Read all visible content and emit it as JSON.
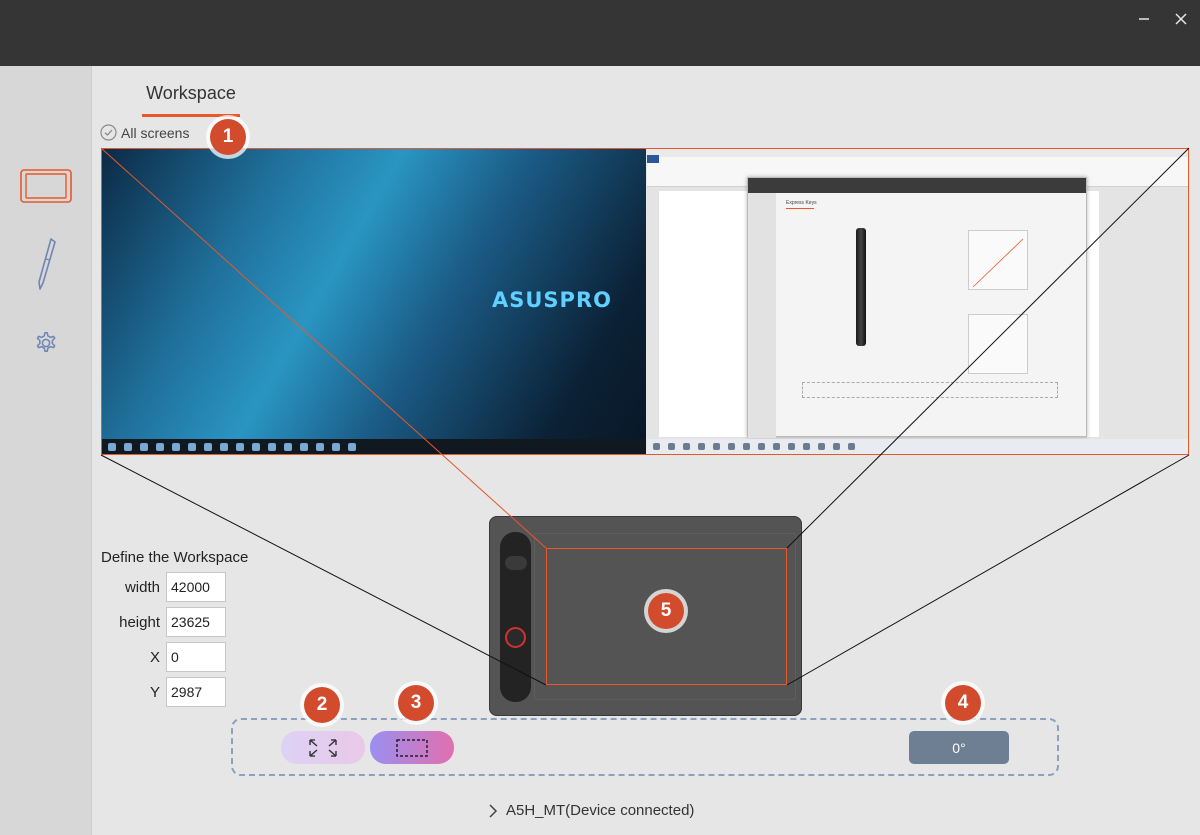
{
  "window": {
    "minimize_icon": "minimize-icon",
    "close_icon": "close-icon"
  },
  "sidebar": {
    "items": [
      {
        "name": "workspace",
        "icon": "tablet-icon",
        "active": true
      },
      {
        "name": "pen",
        "icon": "pen-icon",
        "active": false
      },
      {
        "name": "settings",
        "icon": "gear-icon",
        "active": false
      }
    ]
  },
  "main": {
    "tab_label": "Workspace",
    "all_screens_label": "All screens",
    "screen1_brand": "ASUSPRO",
    "inner_app_tab": "Express Keys"
  },
  "define": {
    "title": "Define the Workspace",
    "fields": [
      {
        "label": "width",
        "value": "42000"
      },
      {
        "label": "height",
        "value": "23625"
      },
      {
        "label": "X",
        "value": "0"
      },
      {
        "label": "Y",
        "value": "2987"
      }
    ]
  },
  "controls": {
    "rotation_label": "0°"
  },
  "callouts": [
    "1",
    "2",
    "3",
    "4",
    "5"
  ],
  "device": {
    "status": "A5H_MT(Device connected)"
  },
  "colors": {
    "accent": "#e8582a",
    "callout": "#d24b2c",
    "rotate_button": "#6e7f94",
    "dashed_border": "#8ca0bf"
  }
}
